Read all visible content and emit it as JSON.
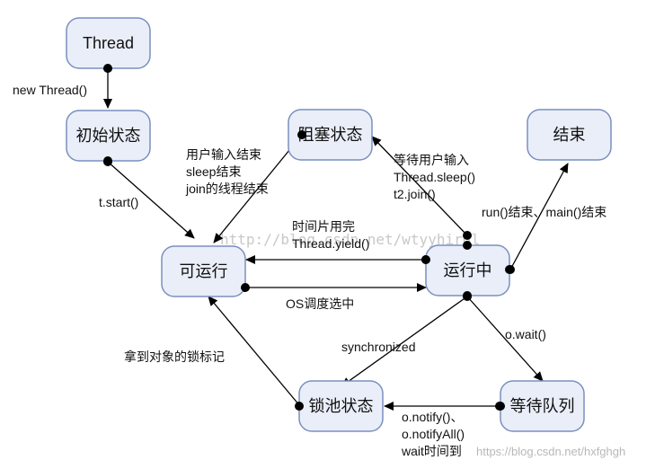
{
  "nodes": {
    "thread": "Thread",
    "init": "初始状态",
    "blocked": "阻塞状态",
    "end": "结束",
    "runnable": "可运行",
    "running": "运行中",
    "lockpool": "锁池状态",
    "waitqueue": "等待队列"
  },
  "edges": {
    "new_thread": "new Thread()",
    "start": "t.start()",
    "blocked_to_runnable": [
      "用户输入结束",
      "sleep结束",
      "join的线程结束"
    ],
    "running_to_blocked": [
      "等待用户输入",
      "Thread.sleep()",
      "t2.join()"
    ],
    "run_end": "run()结束、main()结束",
    "yield": [
      "时间片用完",
      "Thread.yield()"
    ],
    "schedule": "OS调度选中",
    "synchronized": "synchronized",
    "wait": "o.wait()",
    "lock_acquired": "拿到对象的锁标记",
    "notify": [
      "o.notify()、",
      "o.notifyAll()",
      "wait时间到"
    ]
  },
  "watermarks": {
    "center": "http://blog.csdn.net/wtyyhirgl",
    "corner": "https://blog.csdn.net/hxfghgh"
  },
  "colors": {
    "node_fill": "#e9eef8",
    "node_stroke": "#7a8fbf",
    "edge": "#000000"
  }
}
